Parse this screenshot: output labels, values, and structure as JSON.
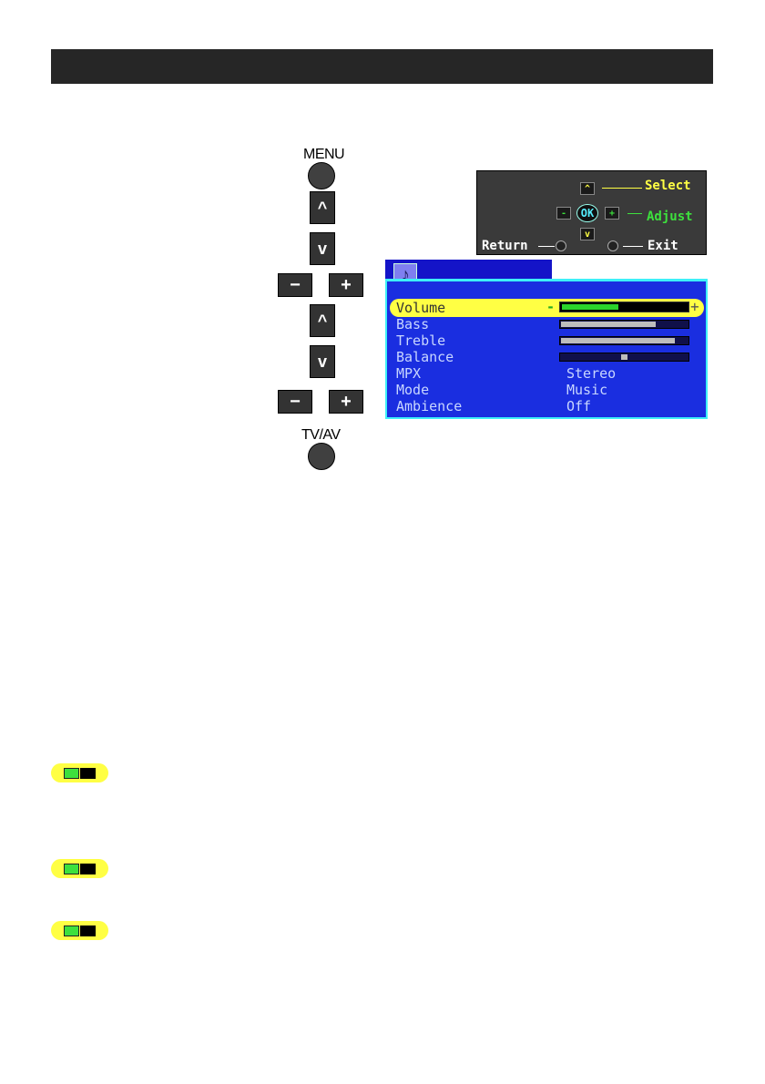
{
  "remote": {
    "menu_label": "MENU",
    "up_glyph": "^",
    "down_glyph": "v",
    "minus_glyph": "−",
    "plus_glyph": "+",
    "tvav_label": "TV/AV"
  },
  "instructions": {
    "up_glyph": "^",
    "down_glyph": "v",
    "minus_glyph": "-",
    "plus_glyph": "+",
    "ok_label": "OK",
    "select_label": "Select",
    "adjust_label": "Adjust",
    "return_label": "Return",
    "exit_label": "Exit"
  },
  "menu": {
    "tab_icon": "music-note-icon",
    "tab_glyph": "♪",
    "minus_sign": "-",
    "plus_sign": "+",
    "items": [
      {
        "label": "Volume",
        "level": 0.45
      },
      {
        "label": "Bass",
        "level": 0.75
      },
      {
        "label": "Treble",
        "level": 0.9
      },
      {
        "label": "Balance",
        "level": 0.5
      },
      {
        "label": "MPX",
        "value": "Stereo"
      },
      {
        "label": "Mode",
        "value": "Music"
      },
      {
        "label": "Ambience",
        "value": "Off"
      }
    ]
  },
  "colors": {
    "menu_bg": "#1a2ee0",
    "highlight": "#ffff44",
    "volume_fill": "#2bd42b",
    "select_text": "#ffff44",
    "adjust_text": "#3de03d"
  }
}
